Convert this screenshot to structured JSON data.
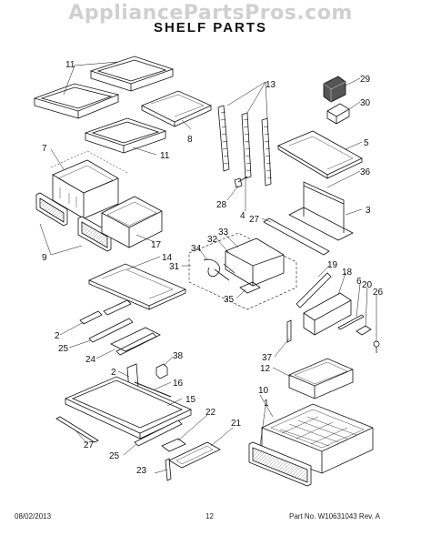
{
  "watermark": "AppliancePartsPros.com",
  "title": "SHELF PARTS",
  "footer": {
    "date": "08/02/2013",
    "page": "12",
    "part_number": "Part No. W10631043  Rev. A"
  },
  "callouts": [
    {
      "id": "c11a",
      "text": "11"
    },
    {
      "id": "c11b",
      "text": "11"
    },
    {
      "id": "c7",
      "text": "7"
    },
    {
      "id": "c8",
      "text": "8"
    },
    {
      "id": "c13",
      "text": "13"
    },
    {
      "id": "c29",
      "text": "29"
    },
    {
      "id": "c30",
      "text": "30"
    },
    {
      "id": "c5",
      "text": "5"
    },
    {
      "id": "c36",
      "text": "36"
    },
    {
      "id": "c28",
      "text": "28"
    },
    {
      "id": "c4",
      "text": "4"
    },
    {
      "id": "c27a",
      "text": "27"
    },
    {
      "id": "c3",
      "text": "3"
    },
    {
      "id": "c9",
      "text": "9"
    },
    {
      "id": "c17",
      "text": "17"
    },
    {
      "id": "c14",
      "text": "14"
    },
    {
      "id": "c33",
      "text": "33"
    },
    {
      "id": "c32",
      "text": "32"
    },
    {
      "id": "c34",
      "text": "34"
    },
    {
      "id": "c31",
      "text": "31"
    },
    {
      "id": "c19",
      "text": "19"
    },
    {
      "id": "c18",
      "text": "18"
    },
    {
      "id": "c6",
      "text": "6"
    },
    {
      "id": "c20",
      "text": "20"
    },
    {
      "id": "c26",
      "text": "26"
    },
    {
      "id": "c35",
      "text": "35"
    },
    {
      "id": "c2a",
      "text": "2"
    },
    {
      "id": "c25a",
      "text": "25"
    },
    {
      "id": "c24",
      "text": "24"
    },
    {
      "id": "c38",
      "text": "38"
    },
    {
      "id": "c2b",
      "text": "2"
    },
    {
      "id": "c16",
      "text": "16"
    },
    {
      "id": "c37",
      "text": "37"
    },
    {
      "id": "c12",
      "text": "12"
    },
    {
      "id": "c15",
      "text": "15"
    },
    {
      "id": "c10",
      "text": "10"
    },
    {
      "id": "c1",
      "text": "1"
    },
    {
      "id": "c22",
      "text": "22"
    },
    {
      "id": "c21",
      "text": "21"
    },
    {
      "id": "c27b",
      "text": "27"
    },
    {
      "id": "c25b",
      "text": "25"
    },
    {
      "id": "c23",
      "text": "23"
    }
  ]
}
